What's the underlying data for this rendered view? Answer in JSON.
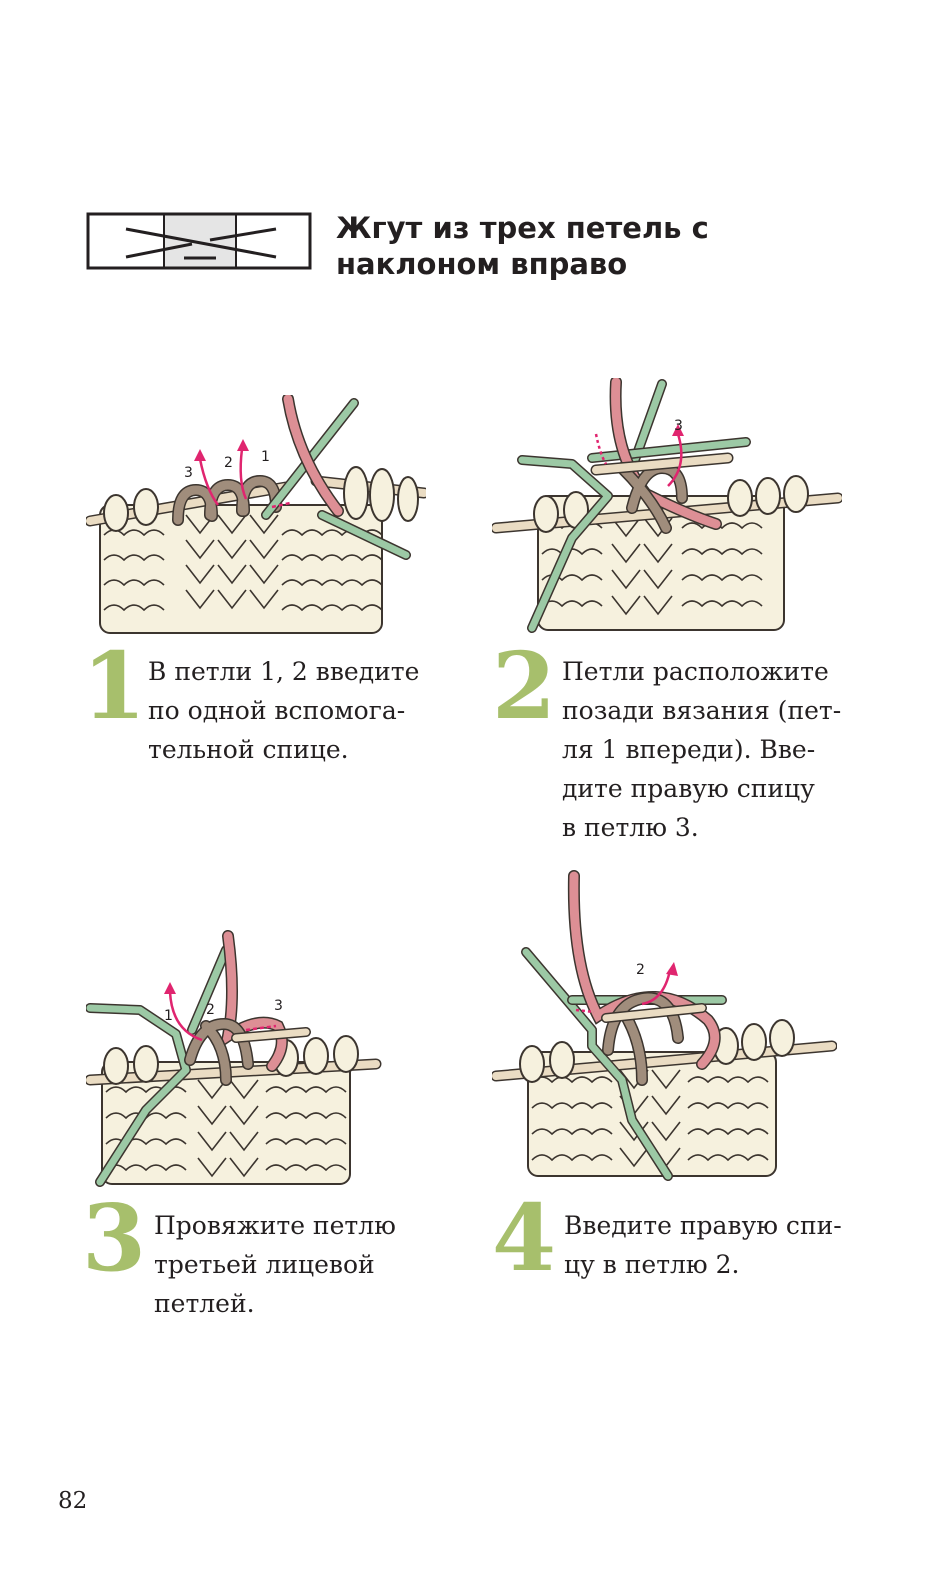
{
  "title": "Жгут из трех петель с наклоном вправо",
  "steps": [
    {
      "number": "1",
      "text": [
        "В петли 1, 2 введите",
        "по одной вспомога-",
        "тельной спице."
      ],
      "labels": [
        "3",
        "2",
        "1"
      ]
    },
    {
      "number": "2",
      "text": [
        "Петли расположите",
        "позади вязания (пет-",
        "ля 1 впереди). Вве-",
        "дите правую спицу",
        "в петлю 3."
      ],
      "labels": [
        "3"
      ]
    },
    {
      "number": "3",
      "text": [
        "Провяжите петлю",
        "третьей лицевой",
        "петлей."
      ],
      "labels": [
        "1",
        "2",
        "3"
      ]
    },
    {
      "number": "4",
      "text": [
        "Введите правую спи-",
        "цу в петлю 2."
      ],
      "labels": [
        "2"
      ]
    }
  ],
  "page_number": "82",
  "colors": {
    "step_number": "#a7bf6c",
    "needle_tan": "#eadcc3",
    "yarn_cream": "#f6f1de",
    "cable_needle_green": "#9cc9a5",
    "right_needle_pink": "#dd8f95",
    "working_loops_brown": "#a08d7c",
    "arrow_magenta": "#e0256f"
  }
}
